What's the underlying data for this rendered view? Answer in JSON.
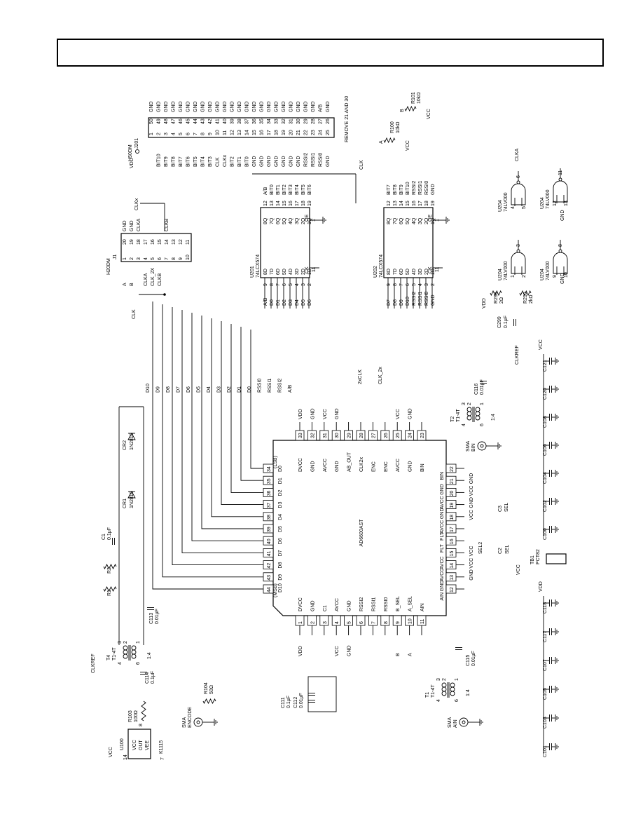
{
  "header": {
    "title": ""
  },
  "main_ic": {
    "part": "AD6600AST",
    "lsb": "(LSB)",
    "msb": "(MSB)",
    "left_pins": [
      {
        "num": "1",
        "name": "DVCC",
        "net": "VDD"
      },
      {
        "num": "2",
        "name": "GND",
        "net": ""
      },
      {
        "num": "3",
        "name": "C1",
        "net": ""
      },
      {
        "num": "4",
        "name": "AVCC",
        "net": "VCC"
      },
      {
        "num": "5",
        "name": "GND",
        "net": "GND"
      },
      {
        "num": "6",
        "name": "RSSI2",
        "net": ""
      },
      {
        "num": "7",
        "name": "RSSI1",
        "net": ""
      },
      {
        "num": "8",
        "name": "RSSI0",
        "net": ""
      },
      {
        "num": "9",
        "name": "B_SEL",
        "net": "B"
      },
      {
        "num": "10",
        "name": "A_SEL",
        "net": "A"
      },
      {
        "num": "11",
        "name": "AIN",
        "net": ""
      }
    ],
    "right_pins": [
      {
        "num": "33",
        "name": "DVCC",
        "net": "VDD"
      },
      {
        "num": "32",
        "name": "GND",
        "net": "GND"
      },
      {
        "num": "31",
        "name": "AVCC",
        "net": "VCC"
      },
      {
        "num": "30",
        "name": "GND",
        "net": "GND"
      },
      {
        "num": "29",
        "name": "AB_OUT",
        "net": ""
      },
      {
        "num": "28",
        "name": "CLK2x",
        "net": ""
      },
      {
        "num": "27",
        "name": "ENC",
        "net": ""
      },
      {
        "num": "26",
        "name": "ENC",
        "net": ""
      },
      {
        "num": "25",
        "name": "AVCC",
        "net": "VCC"
      },
      {
        "num": "24",
        "name": "GND",
        "net": "GND"
      },
      {
        "num": "23",
        "name": "BIN",
        "net": ""
      }
    ],
    "top_pins": [
      {
        "num": "34",
        "name": "D0"
      },
      {
        "num": "35",
        "name": "D1"
      },
      {
        "num": "36",
        "name": "D2"
      },
      {
        "num": "37",
        "name": "D3"
      },
      {
        "num": "38",
        "name": "D4"
      },
      {
        "num": "39",
        "name": "D5"
      },
      {
        "num": "40",
        "name": "D6"
      },
      {
        "num": "41",
        "name": "D7"
      },
      {
        "num": "42",
        "name": "D8"
      },
      {
        "num": "43",
        "name": "D9"
      },
      {
        "num": "44",
        "name": "D10"
      }
    ],
    "bottom_pins": [
      {
        "num": "22",
        "name": "BIN",
        "net": ""
      },
      {
        "num": "21",
        "name": "GND",
        "net": "GND"
      },
      {
        "num": "20",
        "name": "AVCC",
        "net": "VCC"
      },
      {
        "num": "19",
        "name": "GND",
        "net": "GND"
      },
      {
        "num": "18",
        "name": "AVCC",
        "net": "VCC"
      },
      {
        "num": "17",
        "name": "FLT",
        "net": ""
      },
      {
        "num": "16",
        "name": "FLT",
        "net": ""
      },
      {
        "num": "15",
        "name": "AVCC",
        "net": "VCC"
      },
      {
        "num": "14",
        "name": "AVCC",
        "net": "VCC"
      },
      {
        "num": "13",
        "name": "GND",
        "net": "GND"
      },
      {
        "num": "12",
        "name": "AIN",
        "net": ""
      }
    ]
  },
  "bus_labels": [
    "D10",
    "D9",
    "D8",
    "D7",
    "D6",
    "D5",
    "D4",
    "D3",
    "D2",
    "D1",
    "D0",
    "RSSI0",
    "RSSI1",
    "RSSI2",
    "A/B"
  ],
  "clk_labels": {
    "clk2x": "2xCLK",
    "clk2x_net": "CLK_2x",
    "clk": "CLK",
    "clkx": "CLKx",
    "clka": "CLKA",
    "clkref": "CLKREF"
  },
  "u201": {
    "ref": "U201",
    "part": "74LCX574",
    "in_pins": [
      {
        "num": "9",
        "pin": "8D",
        "net": "A/B"
      },
      {
        "num": "8",
        "pin": "7D",
        "net": "D0"
      },
      {
        "num": "7",
        "pin": "6D",
        "net": "D1"
      },
      {
        "num": "6",
        "pin": "5D",
        "net": "D2"
      },
      {
        "num": "5",
        "pin": "4D",
        "net": "D3"
      },
      {
        "num": "4",
        "pin": "3D",
        "net": "D4"
      },
      {
        "num": "3",
        "pin": "2D",
        "net": "D5"
      },
      {
        "num": "2",
        "pin": "1D",
        "net": "D6"
      }
    ],
    "out_pins": [
      {
        "num": "12",
        "pin": "8Q",
        "net": "A/B"
      },
      {
        "num": "13",
        "pin": "7Q",
        "net": "BIT0"
      },
      {
        "num": "14",
        "pin": "6Q",
        "net": "BIT1"
      },
      {
        "num": "15",
        "pin": "5Q",
        "net": "BIT2"
      },
      {
        "num": "16",
        "pin": "4Q",
        "net": "BIT3"
      },
      {
        "num": "17",
        "pin": "3Q",
        "net": "BIT4"
      },
      {
        "num": "18",
        "pin": "2Q",
        "net": "BIT5"
      },
      {
        "num": "19",
        "pin": "1Q",
        "net": "BIT6"
      }
    ],
    "ck": "CK",
    "oe": "OE",
    "ck_num": "11",
    "oe_num": "1"
  },
  "u202": {
    "ref": "U202",
    "part": "74LCX574",
    "in_pins": [
      {
        "num": "9",
        "pin": "8D",
        "net": "D7"
      },
      {
        "num": "8",
        "pin": "7D",
        "net": "D8"
      },
      {
        "num": "7",
        "pin": "6D",
        "net": "D9"
      },
      {
        "num": "6",
        "pin": "5D",
        "net": "D10"
      },
      {
        "num": "5",
        "pin": "4D",
        "net": "RSSI2"
      },
      {
        "num": "4",
        "pin": "3D",
        "net": "RSSI1"
      },
      {
        "num": "3",
        "pin": "2D",
        "net": "RSSI0"
      },
      {
        "num": "2",
        "pin": "1D",
        "net": "GND"
      }
    ],
    "out_pins": [
      {
        "num": "12",
        "pin": "8Q",
        "net": "BIT7"
      },
      {
        "num": "13",
        "pin": "7Q",
        "net": "BIT8"
      },
      {
        "num": "14",
        "pin": "6Q",
        "net": "BIT9"
      },
      {
        "num": "15",
        "pin": "5Q",
        "net": "BIT10"
      },
      {
        "num": "16",
        "pin": "4Q",
        "net": "RSSI2"
      },
      {
        "num": "17",
        "pin": "3Q",
        "net": "RSSI1"
      },
      {
        "num": "18",
        "pin": "2Q",
        "net": "RSSI0"
      },
      {
        "num": "19",
        "pin": "1Q",
        "net": "GND"
      }
    ],
    "ck": "CK",
    "oe": "OE",
    "ck_num": "11",
    "oe_num": "1"
  },
  "j201": {
    "ref": "J201",
    "part": "H50DM",
    "vdd": "VDD",
    "remove_note": "REMOVE 21 AND 30",
    "rows": [
      {
        "odd": "1",
        "even": "50",
        "net_odd": "",
        "net_even": "GND"
      },
      {
        "odd": "2",
        "even": "49",
        "net_odd": "BIT10",
        "net_even": "GND"
      },
      {
        "odd": "3",
        "even": "48",
        "net_odd": "BIT9",
        "net_even": "GND"
      },
      {
        "odd": "4",
        "even": "47",
        "net_odd": "BIT8",
        "net_even": "GND"
      },
      {
        "odd": "5",
        "even": "46",
        "net_odd": "BIT7",
        "net_even": "GND"
      },
      {
        "odd": "6",
        "even": "45",
        "net_odd": "BIT6",
        "net_even": "GND"
      },
      {
        "odd": "7",
        "even": "44",
        "net_odd": "BIT5",
        "net_even": "GND"
      },
      {
        "odd": "8",
        "even": "43",
        "net_odd": "BIT4",
        "net_even": "GND"
      },
      {
        "odd": "9",
        "even": "42",
        "net_odd": "BIT3",
        "net_even": "GND"
      },
      {
        "odd": "10",
        "even": "41",
        "net_odd": "CLK",
        "net_even": "GND"
      },
      {
        "odd": "11",
        "even": "40",
        "net_odd": "CLKx",
        "net_even": "GND"
      },
      {
        "odd": "12",
        "even": "39",
        "net_odd": "BIT2",
        "net_even": "GND"
      },
      {
        "odd": "13",
        "even": "38",
        "net_odd": "BIT1",
        "net_even": "GND"
      },
      {
        "odd": "14",
        "even": "37",
        "net_odd": "BIT0",
        "net_even": "GND"
      },
      {
        "odd": "15",
        "even": "36",
        "net_odd": "GND",
        "net_even": "GND"
      },
      {
        "odd": "16",
        "even": "35",
        "net_odd": "GND",
        "net_even": "GND"
      },
      {
        "odd": "17",
        "even": "34",
        "net_odd": "GND",
        "net_even": "GND"
      },
      {
        "odd": "18",
        "even": "33",
        "net_odd": "GND",
        "net_even": "GND"
      },
      {
        "odd": "19",
        "even": "32",
        "net_odd": "GND",
        "net_even": "GND"
      },
      {
        "odd": "20",
        "even": "31",
        "net_odd": "GND",
        "net_even": "GND"
      },
      {
        "odd": "21",
        "even": "30",
        "net_odd": "GND",
        "net_even": "GND"
      },
      {
        "odd": "22",
        "even": "29",
        "net_odd": "RSSI2",
        "net_even": "GND"
      },
      {
        "odd": "23",
        "even": "28",
        "net_odd": "RSSI1",
        "net_even": "GND"
      },
      {
        "odd": "24",
        "even": "27",
        "net_odd": "RSSI0",
        "net_even": "A/B"
      },
      {
        "odd": "25",
        "even": "26",
        "net_odd": "GND",
        "net_even": "GND"
      }
    ]
  },
  "j1": {
    "ref": "J1",
    "part": "H20DM",
    "rows": [
      {
        "a": "1",
        "b": "20",
        "net_a": "A",
        "net_b": "GND"
      },
      {
        "a": "2",
        "b": "19",
        "net_a": "B",
        "net_b": "GND"
      },
      {
        "a": "3",
        "b": "18",
        "net_a": "",
        "net_b": "CLKA"
      },
      {
        "a": "4",
        "b": "17",
        "net_a": "CLKA",
        "net_b": ""
      },
      {
        "a": "5",
        "b": "16",
        "net_a": "CLK_2X",
        "net_b": ""
      },
      {
        "a": "6",
        "b": "15",
        "net_a": "CLKB",
        "net_b": ""
      },
      {
        "a": "7",
        "b": "14",
        "net_a": "",
        "net_b": "CLKB"
      },
      {
        "a": "8",
        "b": "13",
        "net_a": "",
        "net_b": ""
      },
      {
        "a": "9",
        "b": "12",
        "net_a": "",
        "net_b": ""
      },
      {
        "a": "10",
        "b": "11",
        "net_a": "",
        "net_b": ""
      }
    ]
  },
  "resistors_ab": [
    {
      "ref": "R100",
      "val": "10kΩ",
      "net": "A",
      "vcc": "VCC"
    },
    {
      "ref": "R101",
      "val": "10kΩ",
      "net": "B",
      "vcc": "VCC"
    }
  ],
  "gates": [
    {
      "ref": "U204",
      "part": "74LV000",
      "in1": "1",
      "in2": "2",
      "out": "3",
      "note": ""
    },
    {
      "ref": "U204",
      "part": "74LV000",
      "in1": "4",
      "in2": "5",
      "out": "6",
      "note": "CLKA"
    },
    {
      "ref": "U204",
      "part": "74LV000",
      "in1": "9",
      "in2": "10",
      "out": "8",
      "note": "GND"
    },
    {
      "ref": "U204",
      "part": "74LV000",
      "in1": "12",
      "in2": "13",
      "out": "11",
      "note": "GND"
    }
  ],
  "gate_bias": {
    "vdd": "VDD",
    "r298": "R298",
    "r298_val": "2Ω",
    "r299": "R299",
    "r299_val": "2kΩ",
    "c299": "C299",
    "c299_val": "0.1μF",
    "clkref": "CLKREF"
  },
  "transformers": [
    {
      "ref": "T1",
      "part": "T1-4T",
      "ratio": "1:4",
      "sma": "SMA",
      "port": "AIN",
      "cap": "C115",
      "cap_val": "0.01μF"
    },
    {
      "ref": "T2",
      "part": "T1-4T",
      "ratio": "1:4",
      "sma": "SMA",
      "port": "BIN",
      "cap": "C116",
      "cap_val": "0.01μF"
    },
    {
      "ref": "T4",
      "part": "T1-4T",
      "ratio": "1:4",
      "sma": "SMA",
      "port": "ENCODE",
      "cap": "C113",
      "cap_val": "0.01μF"
    }
  ],
  "diodes": [
    {
      "ref": "CR1",
      "part": "1N2810"
    },
    {
      "ref": "CR2",
      "part": "1N2810"
    }
  ],
  "misc_parts": {
    "c1": "C1",
    "c1_val": "0.1μF",
    "r1": "R1",
    "r2": "R2",
    "c114": "C114",
    "c114_val": "0.1μF",
    "c111": "C111",
    "c111_val": "0.1μF",
    "c112": "C112",
    "c112_val": "0.01μF",
    "r103": "R103",
    "r103_val": "100Ω",
    "r104": "R104",
    "r104_val": "50Ω",
    "u100": "U100",
    "u100_vcc": "VCC",
    "u100_out": "OUT",
    "u100_vee": "VEE",
    "u100_part": "K1115",
    "u100_p14": "14",
    "u100_p8": "8",
    "u100_p7": "7",
    "sel1": "SEL2",
    "sel2": "SEL",
    "c2": "C2",
    "c3": "C3",
    "tb1": "TB1",
    "tb1_part": "PCT82",
    "tb1_vcc": "VCC"
  },
  "decoupling_top": {
    "net": "VCC",
    "caps": [
      "C121",
      "C120",
      "C108",
      "C106",
      "C104",
      "C102",
      "C100"
    ]
  },
  "decoupling_bottom": {
    "net": "VDD",
    "caps": [
      "C118",
      "C117",
      "C107",
      "C105",
      "C103",
      "C101"
    ]
  }
}
